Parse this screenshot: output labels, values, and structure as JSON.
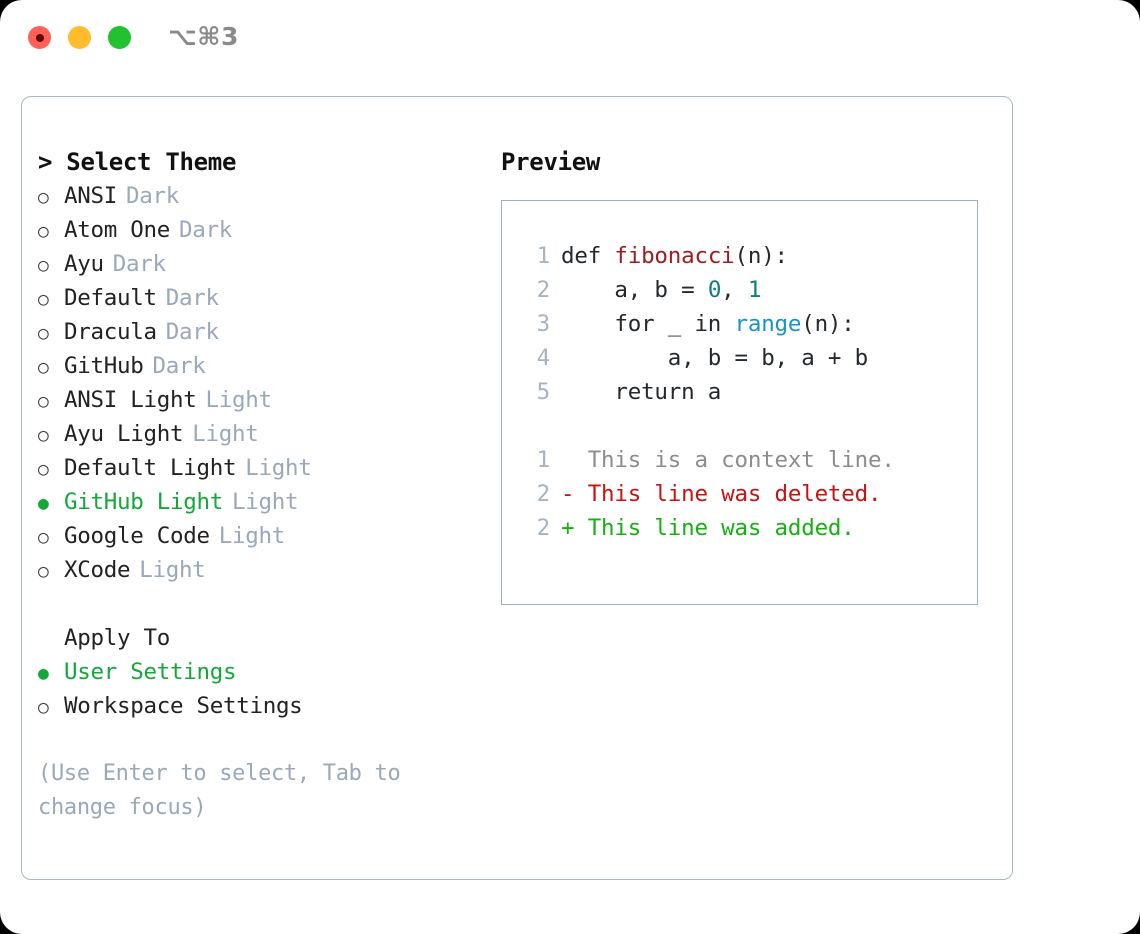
{
  "titlebar": {
    "shortcut": "⌥⌘3",
    "buttons": [
      {
        "name": "close",
        "color": "#ff6159"
      },
      {
        "name": "minimize",
        "color": "#ffbd2e"
      },
      {
        "name": "maximize",
        "color": "#21c12f"
      }
    ]
  },
  "theme_picker": {
    "header": "> Select Theme",
    "bullet_unselected": "○",
    "bullet_selected": "●",
    "items": [
      {
        "label": "ANSI",
        "tag": "Dark",
        "selected": false
      },
      {
        "label": "Atom One",
        "tag": "Dark",
        "selected": false
      },
      {
        "label": "Ayu",
        "tag": "Dark",
        "selected": false
      },
      {
        "label": "Default",
        "tag": "Dark",
        "selected": false
      },
      {
        "label": "Dracula",
        "tag": "Dark",
        "selected": false
      },
      {
        "label": "GitHub",
        "tag": "Dark",
        "selected": false
      },
      {
        "label": "ANSI Light",
        "tag": "Light",
        "selected": false
      },
      {
        "label": "Ayu Light",
        "tag": "Light",
        "selected": false
      },
      {
        "label": "Default Light",
        "tag": "Light",
        "selected": false
      },
      {
        "label": "GitHub Light",
        "tag": "Light",
        "selected": true
      },
      {
        "label": "Google Code",
        "tag": "Light",
        "selected": false
      },
      {
        "label": "XCode",
        "tag": "Light",
        "selected": false
      }
    ]
  },
  "apply_to": {
    "header": "Apply To",
    "items": [
      {
        "label": "User Settings",
        "selected": true
      },
      {
        "label": "Workspace Settings",
        "selected": false
      }
    ]
  },
  "hint": "(Use Enter to select, Tab to change focus)",
  "preview": {
    "title": "Preview",
    "code_lines": [
      {
        "number": "1",
        "segments": [
          {
            "text": "def ",
            "type": "plain"
          },
          {
            "text": "fibonacci",
            "type": "function"
          },
          {
            "text": "(n):",
            "type": "plain"
          }
        ]
      },
      {
        "number": "2",
        "segments": [
          {
            "text": "    a, b = ",
            "type": "plain"
          },
          {
            "text": "0",
            "type": "number"
          },
          {
            "text": ", ",
            "type": "plain"
          },
          {
            "text": "1",
            "type": "number"
          }
        ]
      },
      {
        "number": "3",
        "segments": [
          {
            "text": "    for _ in ",
            "type": "plain"
          },
          {
            "text": "range",
            "type": "call"
          },
          {
            "text": "(n):",
            "type": "plain"
          }
        ]
      },
      {
        "number": "4",
        "segments": [
          {
            "text": "        a, b = b, a + b",
            "type": "plain"
          }
        ]
      },
      {
        "number": "5",
        "segments": [
          {
            "text": "    return a",
            "type": "plain"
          }
        ]
      }
    ],
    "diff_lines": [
      {
        "number": "1",
        "marker": "  ",
        "text": "This is a context line.",
        "kind": "context"
      },
      {
        "number": "2",
        "marker": "- ",
        "text": "This line was deleted.",
        "kind": "deleted"
      },
      {
        "number": "2",
        "marker": "+ ",
        "text": "This line was added.",
        "kind": "added"
      }
    ]
  },
  "colors": {
    "accent_green": "#14a83a",
    "tag_muted": "#9aa8ba",
    "panel_border": "#aab6c6",
    "preview_border": "#9fb0c4",
    "syntax_function": "#9f1d21",
    "syntax_number": "#0e7d7b",
    "syntax_call": "#1a93c6",
    "diff_deleted": "#cc1111",
    "diff_added": "#16b111",
    "diff_context": "#8d8d8d"
  }
}
